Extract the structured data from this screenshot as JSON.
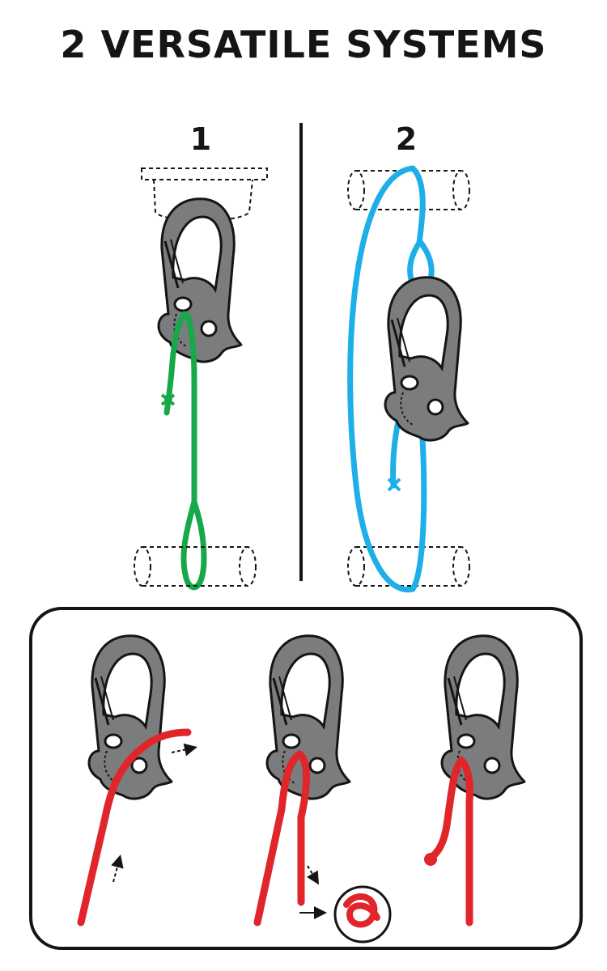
{
  "title": "2 VERSATILE SYSTEMS",
  "systems": [
    {
      "label": "1",
      "rope_color": "#17a84a"
    },
    {
      "label": "2",
      "rope_color": "#1eaee8"
    }
  ],
  "instruction_rope_color": "#e0262a",
  "carabiner_color": "#7b7c7e",
  "outline_color": "#151515"
}
